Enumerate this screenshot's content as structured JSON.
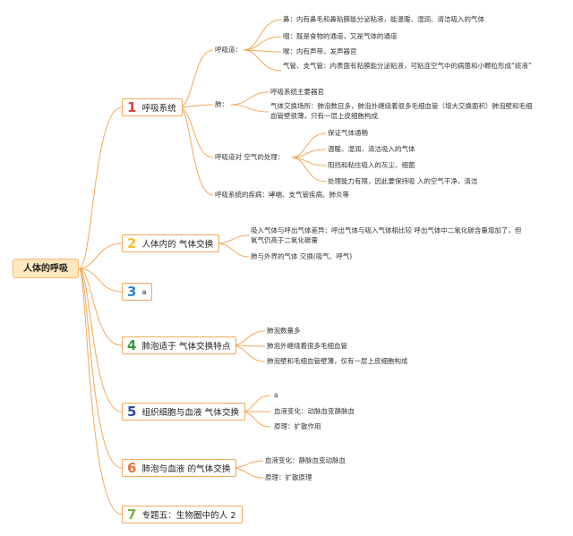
{
  "root": "人体的呼吸",
  "colors": {
    "line": "#f1a95a",
    "root_fill": "#ffe8bd"
  },
  "branches": [
    {
      "num": "1",
      "color": "#e0403f",
      "label": "呼吸系统"
    },
    {
      "num": "2",
      "color": "#f2c230",
      "label": "人体内的 气体交换"
    },
    {
      "num": "3",
      "color": "#2f86c8",
      "label": "a"
    },
    {
      "num": "4",
      "color": "#3a9a3c",
      "label": "肺泡适于 气体交换特点"
    },
    {
      "num": "5",
      "color": "#2a4c9c",
      "label": "组织细胞与血液 气体交换"
    },
    {
      "num": "6",
      "color": "#e8703a",
      "label": "肺泡与血液 的气体交换"
    },
    {
      "num": "7",
      "color": "#7cb23a",
      "label": "专题五：生物圈中的人 2"
    }
  ],
  "b1": {
    "huxidao": "呼吸道：",
    "huxidao_items": [
      "鼻：内有鼻毛和鼻粘膜能分泌粘液，能温暖、湿润、清洁吸入的气体",
      "咽：既是食物的通道，又是气体的通道",
      "喉：内有声带，发声器官",
      "气管、支气管：内表面有粘膜能分泌粘液，可粘连空气中的病菌和小颗粒形成“痰液”"
    ],
    "fei": "肺：",
    "fei_items": [
      "呼吸系统主要器官",
      "气体交换场所：肺泡数目多，肺泡外缠绕着很多毛细血管（增大交换面积）肺泡壁和毛细血管壁很薄，只有一层上皮细胞构成"
    ],
    "chuli": "呼吸道对 空气的处理：",
    "chuli_items": [
      "保证气体通畅",
      "温暖、湿润、清洁吸入的气体",
      "阻挡和粘住吸入的灰尘、细菌",
      "处理能力有限，因此要保持吸 入的空气干净，清洁"
    ],
    "jibing": "呼吸系统的疾病：哮喘、支气管疾病、肺炎等"
  },
  "b2": [
    "吸入气体与呼出气体差异：呼出气体与吸入气体相比较 呼出气体中二氧化碳含量增加了，但氧气仍高于二氧化碳量",
    "肺与外界的气体 交换(吸气、呼气)"
  ],
  "b4": [
    "肺泡数量多",
    "肺泡外缠绕着很多毛细血管",
    "肺泡壁和毛细血管壁薄，仅有一层上皮细胞构成"
  ],
  "b5": [
    "a",
    "血液变化：动脉血变静脉血",
    "原理：扩散作用"
  ],
  "b6": [
    "血液变化：静脉血变动脉血",
    "原理：扩散原理"
  ]
}
